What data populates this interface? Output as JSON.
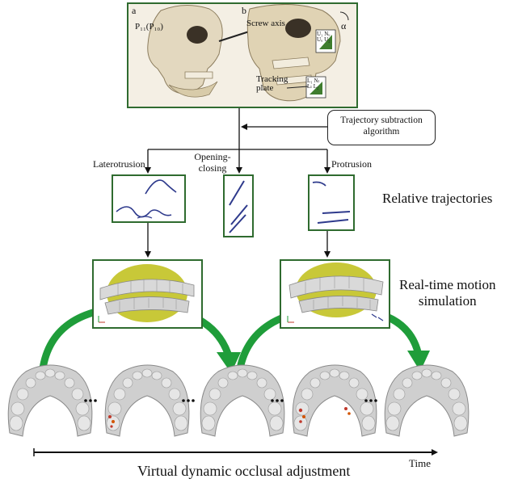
{
  "skull_panel": {
    "label_a": "a",
    "label_b": "b",
    "p_label": "P₁₁(P₁₀)",
    "screw_axis": "Screw axis",
    "alpha": "α",
    "tracking_plate": "Tracking plate",
    "sensor_labels_upper": [
      "U₁",
      "Nᵤ",
      "Uᵤ",
      "U₂"
    ],
    "sensor_labels_lower": [
      "L₁",
      "Nₗ",
      "Lₗ",
      "L₂"
    ]
  },
  "algorithm_box": {
    "line1": "Trajectory subtraction",
    "line2": "algorithm"
  },
  "movements": {
    "laterotrusion": "Laterotrusion",
    "opening_line1": "Opening-",
    "opening_line2": "closing",
    "protrusion": "Protrusion"
  },
  "side_labels": {
    "relative_trajectories": "Relative trajectories",
    "realtime_line1": "Real-time motion",
    "realtime_line2": "simulation"
  },
  "sequence": {
    "ellipsis": "…"
  },
  "timeline": {
    "time_label": "Time",
    "caption": "Virtual dynamic occlusal adjustment"
  },
  "colors": {
    "frame": "#2f6b2f",
    "trajectory": "#2e3a8c",
    "arrow_green": "#1f9d3a",
    "tooth": "#c9c9c9",
    "gum": "#c8c838"
  }
}
